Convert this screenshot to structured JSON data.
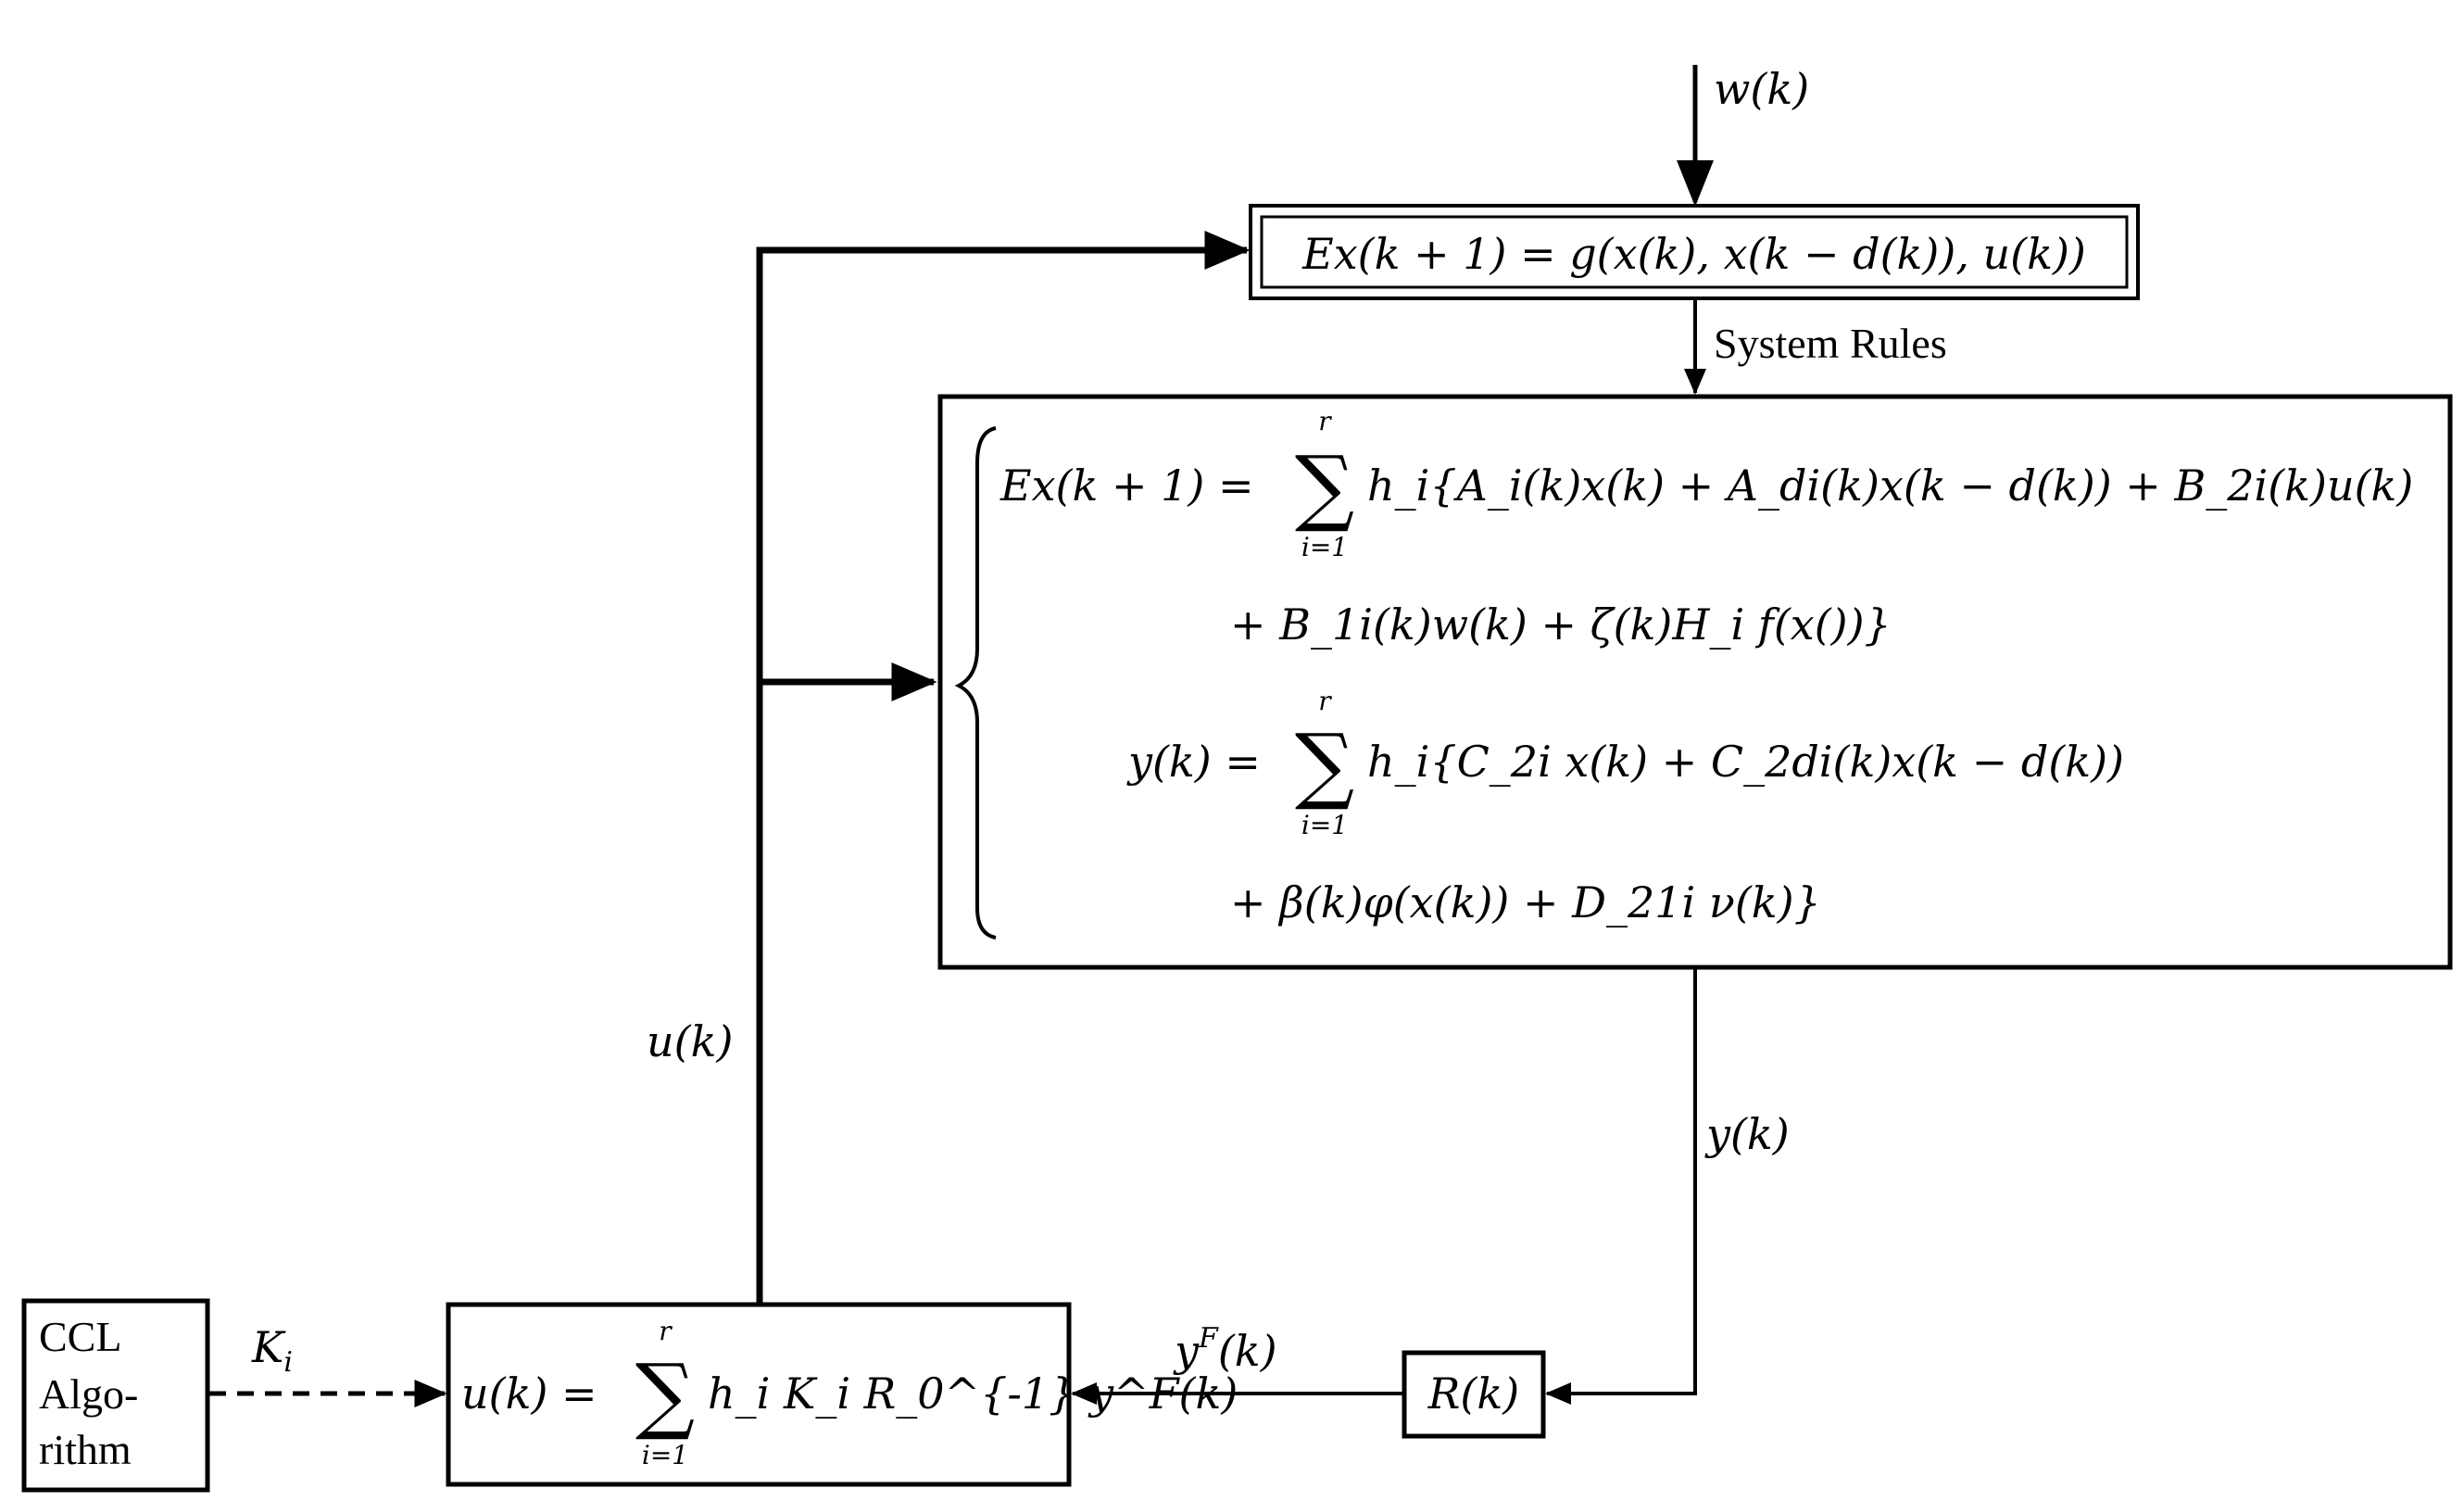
{
  "labels": {
    "w": "w(k)",
    "system_rules": "System Rules",
    "u": "u(k)",
    "y": "y(k)",
    "yF_base": "y",
    "yF_sup": "F",
    "yF_rest": "(k)",
    "K_base": "K",
    "K_sub": "i",
    "ccl_line1": "CCL",
    "ccl_line2": "Algo-",
    "ccl_line3": "rithm"
  },
  "blocks": {
    "nonlinear": "Ex(k + 1) = g(x(k), x(k − d(k)), u(k))",
    "filter": "R(k)",
    "controller": {
      "lhs": "u(k) =",
      "sum_top": "r",
      "sum_bottom": "i=1",
      "rhs": "h_i K_i R_0^{-1} y^F(k)"
    }
  },
  "fuzzy_system": {
    "eq1": {
      "lhs": "Ex(k + 1) =",
      "sum_top": "r",
      "sum_bottom": "i=1",
      "rhs": "h_i{A_i(k)x(k) + A_di(k)x(k − d(k)) + B_2i(k)u(k)"
    },
    "eq2": "+ B_1i(k)w(k) + ζ(k)H_i f(x())}",
    "eq3": {
      "lhs": "y(k) =",
      "sum_top": "r",
      "sum_bottom": "i=1",
      "rhs": "h_i{C_2i x(k) + C_2di(k)x(k − d(k))"
    },
    "eq4": "+ β(k)φ(x(k)) + D_21i ν(k)}"
  },
  "colors": {
    "stroke": "#000000",
    "background": "#ffffff"
  }
}
